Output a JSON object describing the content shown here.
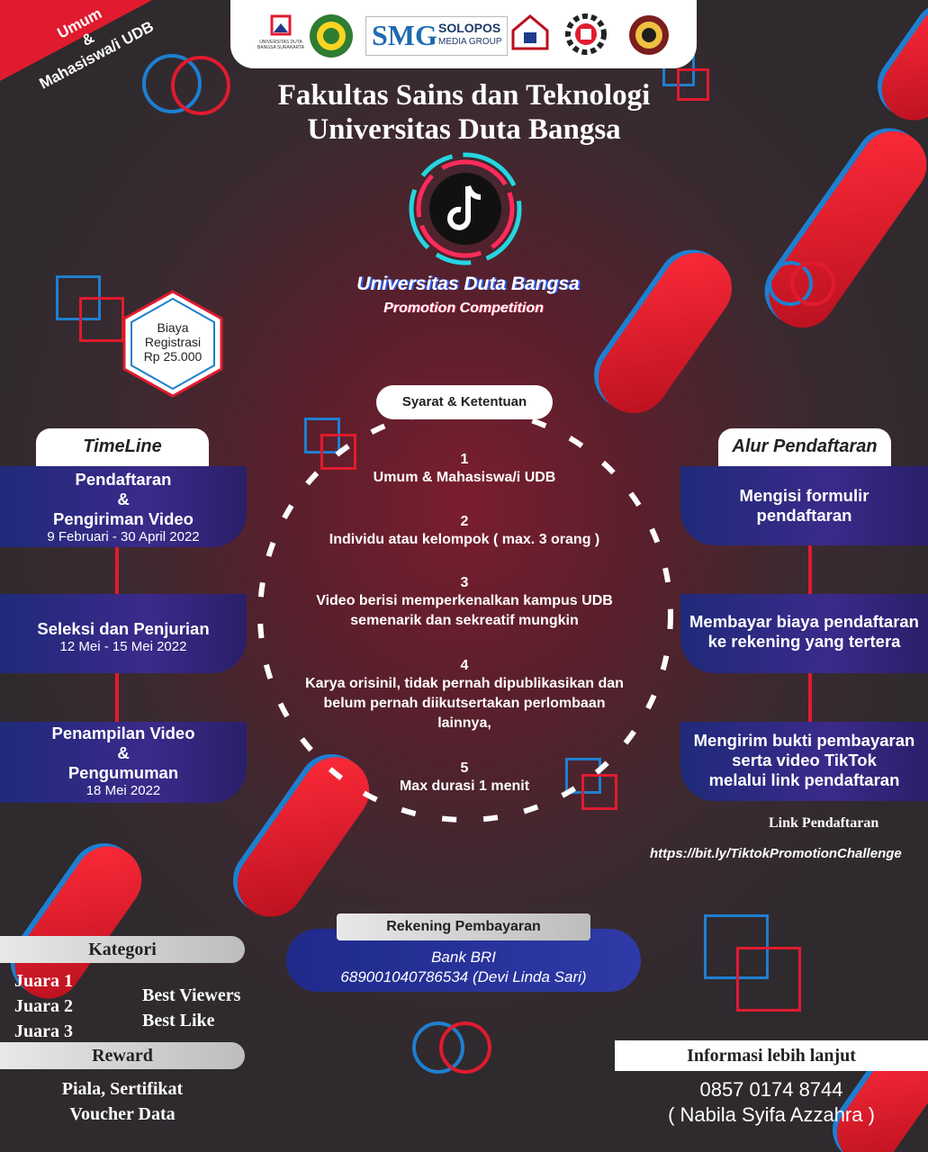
{
  "ribbon": {
    "line1": "Umum",
    "line2": "&",
    "line3": "Mahasiswa/i UDB"
  },
  "logos": {
    "udb_caption": "UNIVERSITAS DUTA BANGSA SURAKARTA",
    "smg": "SMG",
    "solopos_line1": "SOLOPOS",
    "solopos_line2": "MEDIA GROUP"
  },
  "header": {
    "title_line1": "Fakultas Sains dan Teknologi",
    "title_line2": "Universitas Duta Bangsa"
  },
  "brand": {
    "name": "Universitas Duta Bangsa",
    "tagline": "Promotion Competition"
  },
  "fee": {
    "line1": "Biaya",
    "line2": "Registrasi",
    "line3": "Rp 25.000"
  },
  "timeline": {
    "label": "TimeLine",
    "items": [
      {
        "title_lines": [
          "Pendaftaran",
          "&",
          "Pengiriman Video"
        ],
        "date": "9 Februari - 30 April 2022"
      },
      {
        "title_lines": [
          "Seleksi dan Penjurian"
        ],
        "date": "12 Mei - 15 Mei 2022"
      },
      {
        "title_lines": [
          "Penampilan Video",
          "&",
          "Pengumuman"
        ],
        "date": "18 Mei 2022"
      }
    ]
  },
  "syarat": {
    "label": "Syarat & Ketentuan",
    "items": [
      {
        "num": "1",
        "lines": [
          "Umum & Mahasiswa/i UDB"
        ]
      },
      {
        "num": "2",
        "lines": [
          "Individu atau kelompok ( max. 3 orang )"
        ]
      },
      {
        "num": "3",
        "lines": [
          "Video berisi memperkenalkan kampus UDB",
          "semenarik dan sekreatif mungkin"
        ]
      },
      {
        "num": "4",
        "lines": [
          "Karya orisinil, tidak pernah dipublikasikan dan",
          "belum pernah diikutsertakan perlombaan",
          "lainnya,"
        ]
      },
      {
        "num": "5",
        "lines": [
          "Max durasi 1 menit"
        ]
      }
    ]
  },
  "alur": {
    "label": "Alur Pendaftaran",
    "items": [
      {
        "lines": [
          "Mengisi formulir",
          "pendaftaran"
        ]
      },
      {
        "lines": [
          "Membayar biaya pendaftaran",
          "ke rekening yang tertera"
        ]
      },
      {
        "lines": [
          "Mengirim bukti pembayaran",
          "serta video TikTok",
          "melalui link pendaftaran"
        ]
      }
    ],
    "link_label": "Link Pendaftaran",
    "link_url": "https://bit.ly/TiktokPromotionChallenge"
  },
  "rekening": {
    "label": "Rekening Pembayaran",
    "bank": "Bank BRI",
    "account": "689001040786534 (Devi Linda Sari)"
  },
  "kategori": {
    "label": "Kategori",
    "juara": [
      "Juara 1",
      "Juara 2",
      "Juara 3"
    ],
    "special": [
      "Best Viewers",
      "Best Like"
    ]
  },
  "reward": {
    "label": "Reward",
    "lines": [
      "Piala, Sertifikat",
      "Voucher Data"
    ]
  },
  "info": {
    "label": "Informasi lebih lanjut",
    "phone": "0857 0174 8744",
    "contact": "( Nabila Syifa Azzahra )"
  },
  "colors": {
    "accent_red": "#e01b2f",
    "accent_blue": "#1e7fd0",
    "panel_blue": "#2a2a80"
  },
  "icons": [
    "tiktok-icon"
  ]
}
